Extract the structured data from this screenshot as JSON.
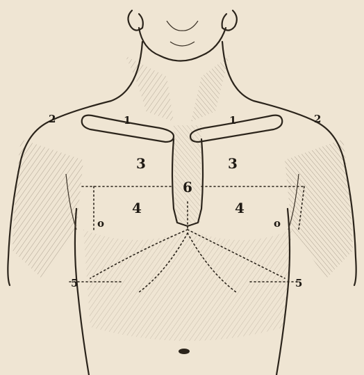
{
  "figure": {
    "labels": {
      "clavicle_left": "1",
      "clavicle_right": "1",
      "shoulder_left": "2",
      "shoulder_right": "2",
      "infraclavicular_left": "3",
      "infraclavicular_right": "3",
      "mammary_left": "4",
      "mammary_right": "4",
      "lateral_left": "5",
      "lateral_right": "5",
      "sternal": "6",
      "nipple_left": "o",
      "nipple_right": "o"
    }
  },
  "colors": {
    "paper": "#efe5d3",
    "ink": "#2b241b"
  }
}
